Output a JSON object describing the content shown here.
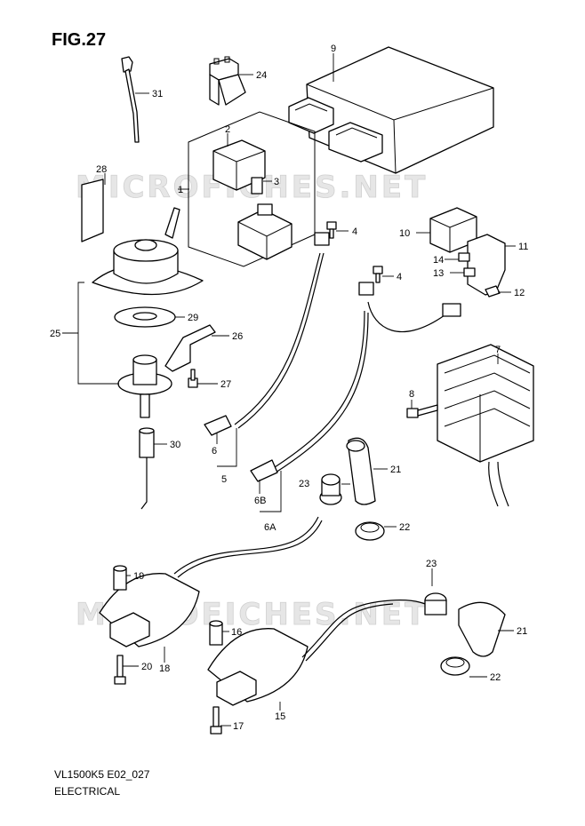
{
  "figure": {
    "title": "FIG.27"
  },
  "footer": {
    "model_code": "VL1500K5 E02_027",
    "section": "ELECTRICAL"
  },
  "watermark": {
    "text": "MICROFICHES.NET"
  },
  "callouts": [
    "1",
    "2",
    "3",
    "4",
    "4",
    "5",
    "6",
    "6A",
    "6B",
    "7",
    "8",
    "9",
    "10",
    "11",
    "12",
    "13",
    "14",
    "15",
    "16",
    "17",
    "18",
    "19",
    "20",
    "21",
    "21",
    "22",
    "22",
    "23",
    "23",
    "24",
    "25",
    "26",
    "27",
    "28",
    "29",
    "30",
    "31"
  ],
  "colors": {
    "line": "#000000",
    "watermark": "#e6e6e6",
    "background": "#ffffff"
  }
}
